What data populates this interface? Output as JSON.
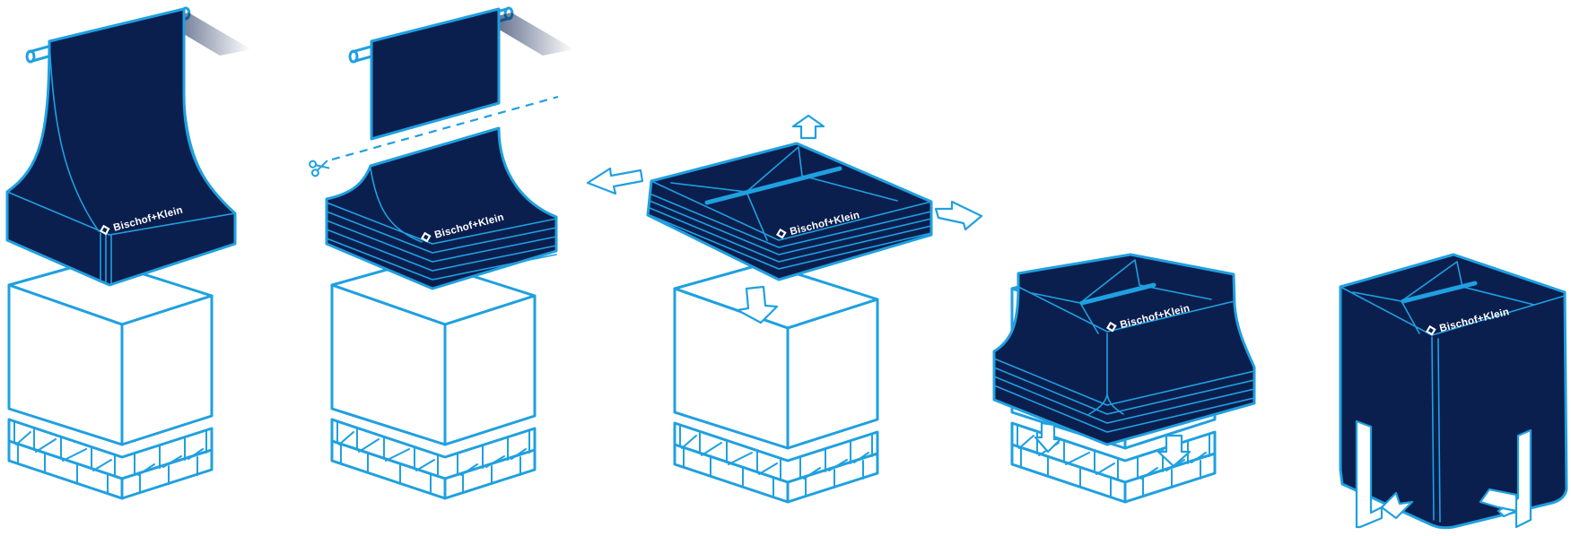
{
  "brand": {
    "logo_text": "Bischof+Klein"
  },
  "colors": {
    "line": "#1FA0E0",
    "hood": "#0B1F4E",
    "background": "#ffffff"
  },
  "steps": [
    {
      "icon": "hood-unrolling-from-roller"
    },
    {
      "icon": "hood-cut-with-scissors"
    },
    {
      "icon": "hood-spread-over-load"
    },
    {
      "icon": "hood-pulled-down-over-load"
    },
    {
      "icon": "load-fully-covered"
    }
  ]
}
